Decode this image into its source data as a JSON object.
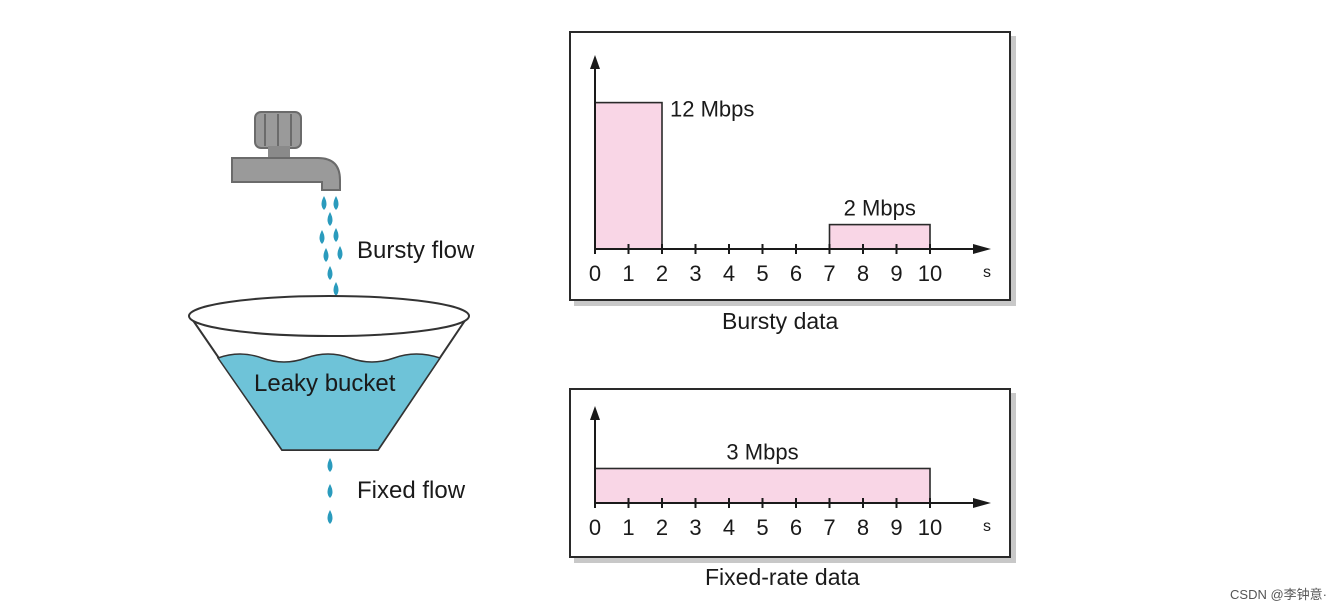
{
  "labels": {
    "bursty_flow": "Bursty flow",
    "bucket": "Leaky bucket",
    "fixed_flow": "Fixed flow"
  },
  "credit": "CSDN @李钟意·",
  "colors": {
    "bar_fill": "#f9d6e6",
    "water": "#6ec3d8",
    "drop": "#2a9bbd",
    "faucet": "#8a8a8a"
  },
  "chart_data": [
    {
      "type": "bar",
      "caption": "Bursty data",
      "unit_label": "s",
      "x_ticks": [
        "0",
        "1",
        "2",
        "3",
        "4",
        "5",
        "6",
        "7",
        "8",
        "9",
        "10"
      ],
      "xlim": [
        0,
        10
      ],
      "segments": [
        {
          "start": 0,
          "end": 2,
          "rate": 12,
          "label": "12 Mbps"
        },
        {
          "start": 7,
          "end": 10,
          "rate": 2,
          "label": "2 Mbps"
        }
      ]
    },
    {
      "type": "bar",
      "caption": "Fixed-rate data",
      "unit_label": "s",
      "x_ticks": [
        "0",
        "1",
        "2",
        "3",
        "4",
        "5",
        "6",
        "7",
        "8",
        "9",
        "10"
      ],
      "xlim": [
        0,
        10
      ],
      "segments": [
        {
          "start": 0,
          "end": 10,
          "rate": 3,
          "label": "3 Mbps"
        }
      ]
    }
  ]
}
